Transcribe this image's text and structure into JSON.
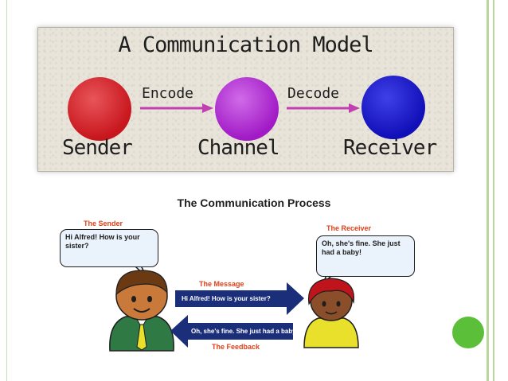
{
  "model": {
    "title": "A Communication Model",
    "nodes": {
      "sender": "Sender",
      "channel": "Channel",
      "receiver": "Receiver"
    },
    "edges": {
      "encode": "Encode",
      "decode": "Decode"
    },
    "colors": {
      "sender": "#c8161d",
      "channel": "#a11ac6",
      "receiver": "#1110b8",
      "arrow": "#c23fb2"
    }
  },
  "process": {
    "title": "The Communication Process",
    "sender_label": "The Sender",
    "receiver_label": "The Receiver",
    "sender_speech": "Hi Alfred!  How is your sister?",
    "receiver_speech": "Oh, she's fine. She just had a baby!",
    "message_label": "The Message",
    "message_text": "Hi Alfred! How is your sister?",
    "feedback_label": "The Feedback",
    "feedback_text": "Oh, she's fine.  She just had a baby!",
    "colors": {
      "stripe": "#1a2e7a",
      "label": "#e0401a"
    }
  }
}
